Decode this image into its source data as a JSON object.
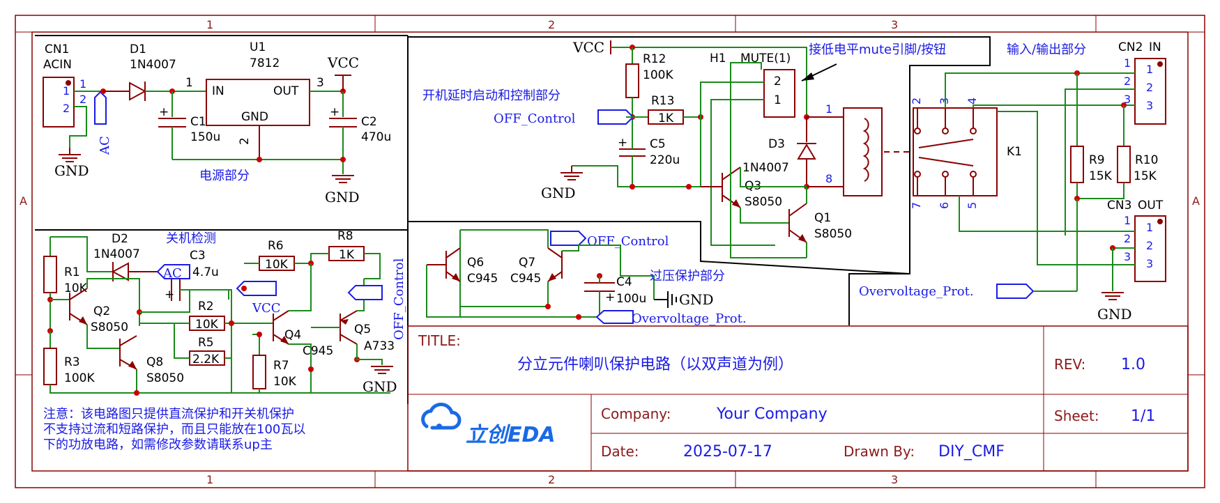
{
  "frame": {
    "top_cols": [
      "1",
      "2",
      "3"
    ],
    "bottom_cols": [
      "1",
      "2",
      "3"
    ],
    "left_row": "A",
    "right_row": "A"
  },
  "sections": {
    "power": "电源部分",
    "delay": "开机延时启动和控制部分",
    "overvoltage": "过压保护部分",
    "shutdown": "关机检测",
    "io": "输入/输出部分",
    "mute_note": "接低电平mute引脚/按钮"
  },
  "components": {
    "cn1": {
      "ref": "CN1",
      "val": "ACIN",
      "p1": "1",
      "p2": "2"
    },
    "d1": {
      "ref": "D1",
      "val": "1N4007",
      "pin": "1"
    },
    "u1": {
      "ref": "U1",
      "val": "7812",
      "in": "IN",
      "out": "OUT",
      "gnd": "GND",
      "pin3": "3",
      "pin2": "2"
    },
    "c1": {
      "ref": "C1",
      "val": "150u"
    },
    "c2": {
      "ref": "C2",
      "val": "470u"
    },
    "vcc1": "VCC",
    "gnd": "GND",
    "ac": "AC",
    "r12": {
      "ref": "R12",
      "val": "100K"
    },
    "r13": {
      "ref": "R13",
      "val": "1K"
    },
    "c5": {
      "ref": "C5",
      "val": "220u"
    },
    "h1": {
      "ref": "H1",
      "val": "MUTE(1)",
      "p2": "2",
      "p1": "1"
    },
    "d3": {
      "ref": "D3",
      "val": "1N4007"
    },
    "q3": {
      "ref": "Q3",
      "val": "S8050"
    },
    "q1": {
      "ref": "Q1",
      "val": "S8050"
    },
    "k1": {
      "ref": "K1",
      "pins": [
        "1",
        "8",
        "2",
        "3",
        "4",
        "7",
        "6",
        "5"
      ]
    },
    "cn2": {
      "ref": "CN2",
      "val": "IN",
      "p": [
        "1",
        "2",
        "3"
      ]
    },
    "cn3": {
      "ref": "CN3",
      "val": "OUT",
      "p": [
        "1",
        "2",
        "3"
      ]
    },
    "r9": {
      "ref": "R9",
      "val": "15K"
    },
    "r10": {
      "ref": "R10",
      "val": "15K"
    },
    "q6": {
      "ref": "Q6",
      "val": "C945"
    },
    "q7": {
      "ref": "Q7",
      "val": "C945"
    },
    "c4": {
      "ref": "C4",
      "val": "100u"
    },
    "d2": {
      "ref": "D2",
      "val": "1N4007"
    },
    "c3": {
      "ref": "C3",
      "val": "4.7u"
    },
    "r1": {
      "ref": "R1",
      "val": "10K"
    },
    "r3": {
      "ref": "R3",
      "val": "100K"
    },
    "q2": {
      "ref": "Q2",
      "val": "S8050"
    },
    "q8": {
      "ref": "Q8",
      "val": "S8050"
    },
    "r2": {
      "ref": "R2",
      "val": "10K"
    },
    "r5": {
      "ref": "R5",
      "val": "2.2K"
    },
    "r6": {
      "ref": "R6",
      "val": "10K"
    },
    "r8": {
      "ref": "R8",
      "val": "1K"
    },
    "q4": {
      "ref": "Q4",
      "val": "C945"
    },
    "r7": {
      "ref": "R7",
      "val": "10K"
    },
    "q5": {
      "ref": "Q5",
      "val": "A733"
    }
  },
  "nets": {
    "off_control": "OFF_Control",
    "overvoltage": "Overvoltage_Prot.",
    "vcc": "VCC",
    "ac": "AC"
  },
  "note": {
    "line1": "注意：该电路图只提供直流保护和开关机保护",
    "line2": "不支持过流和短路保护，而且只能放在100瓦以",
    "line3": "下的功放电路，如需修改参数请联系up主"
  },
  "title_block": {
    "title_label": "TITLE:",
    "title": "分立元件喇叭保护电路（以双声道为例）",
    "rev_label": "REV:",
    "rev": "1.0",
    "company_label": "Company:",
    "company": "Your Company",
    "sheet_label": "Sheet:",
    "sheet": "1/1",
    "date_label": "Date:",
    "date": "2025-07-17",
    "drawn_label": "Drawn By:",
    "drawn": "DIY_CMF",
    "logo_text": "立创EDA"
  },
  "colors": {
    "frame": "#8b0000",
    "wire": "#1a8a1a",
    "label": "#1a1ae6",
    "junction": "#cc0000"
  }
}
